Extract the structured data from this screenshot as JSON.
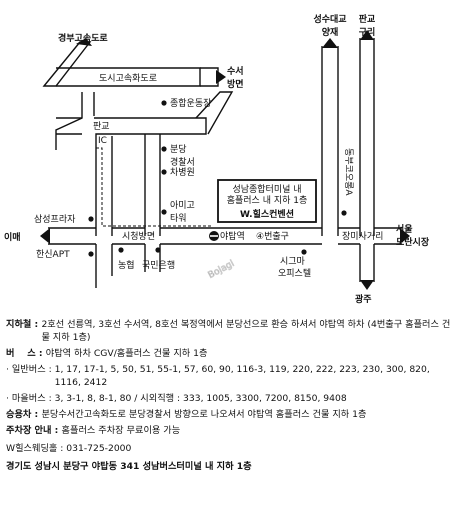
{
  "map": {
    "labels": {
      "gyeongbu": "경부고속도로",
      "suseo": "수서",
      "bangmyeon1": "방면",
      "seongsu1": "성수대교",
      "seongsu2": "양재",
      "pangyo_guri1": "판교",
      "pangyo_guri2": "구리",
      "city_expressway": "도시고속화도로",
      "jonghap_stadium": "종합운동장",
      "pangyo_ic1": "판교",
      "pangyo_ic2": "IC",
      "bundang": "분당",
      "police1": "경찰서",
      "police2": "분당",
      "cha_hospital": "차병원",
      "amigo1": "아미고",
      "amigo2": "타워",
      "samsung_plaza": "삼성프라자",
      "imae": "이매",
      "hansin_apt": "한신APT",
      "nonghyup": "농협",
      "kookmin_bank": "국민은행",
      "city_hall": "시청방면",
      "yatap_station": "야탑역",
      "exit4": "④번출구",
      "sigma1": "시그마",
      "sigma2": "오피스텔",
      "jangmi": "장미사거리",
      "seoul1": "서울",
      "seoul2": "모란시장",
      "gwangju": "광주",
      "dongbu": "동부코오롱A",
      "venue_sub1": "성남종합터미널 내",
      "venue_sub2": "홈플러스 내 지하 1층",
      "venue_name": "W.힐스컨벤션",
      "watermark": "Bojagi"
    }
  },
  "info": {
    "subway_label": "지하철 : ",
    "subway_text": "2호선 선릉역, 3호선 수서역, 8호선 복정역에서 분당선으로 환승 하셔서 야탑역 하차 (4번출구 홈플러스 건물 지하 1층)",
    "bus_label": "버    스 : ",
    "bus_text": "야탑역 하차 CGV/홈플러스 건물 지하 1층",
    "general_bus_label": "· 일반버스 : ",
    "general_bus_text": "1, 17, 17-1, 5, 50, 51, 55-1, 57, 60, 90, 116-3, 119, 220, 222, 223, 230, 300, 820, 1116, 2412",
    "village_bus_label": "· 마을버스 : ",
    "village_bus_text": "3, 3-1, 8, 8-1, 80 / 시외직행 : 333, 1005, 3300, 7200, 8150, 9408",
    "car_label": "승용차 : ",
    "car_text": "분당수서간고속화도로 분당경찰서 방향으로 나오셔서 야탑역 홈플러스 건물 지하 1층",
    "parking_label": "주차장 안내 : ",
    "parking_text": "홈플러스 주차장 무료이용 가능",
    "phone": "W힐스웨딩홀 : 031-725-2000",
    "address": "경기도 성남시 분당구 야탑동 341 성남버스터미널 내 지하 1층"
  }
}
